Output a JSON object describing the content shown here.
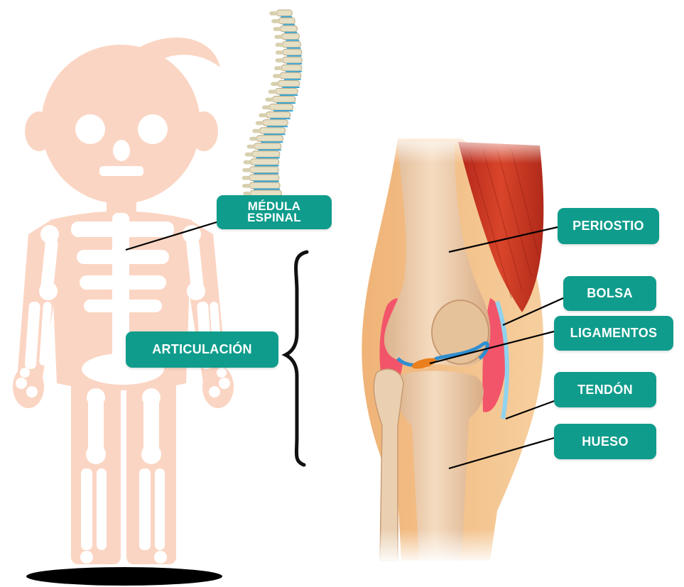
{
  "labels": {
    "medula_line1": "MÉDULA",
    "medula_line2": "ESPINAL",
    "articulacion": "ARTICULACIÓN",
    "periostio": "PERIOSTIO",
    "bolsa": "BOLSA",
    "ligamentos": "LIGAMENTOS",
    "tendon": "TENDÓN",
    "hueso": "HUESO"
  },
  "colors": {
    "label_bg": "#0f9c8c",
    "label_text": "#ffffff",
    "skeleton_fill": "#fbd5c3",
    "bone": "#ffffff",
    "spine_bone": "#e6dfc4",
    "disc": "#3aa6d4",
    "muscle": "#c8351e",
    "knee_bone": "#f1d6b8",
    "bursa": "#f2556a",
    "ligament": "#2f8fd0",
    "shadow": "#000000",
    "leader_line": "#000000"
  },
  "icons": [
    "skeleton-figure",
    "spine-illustration",
    "knee-joint-illustration",
    "curly-brace"
  ]
}
